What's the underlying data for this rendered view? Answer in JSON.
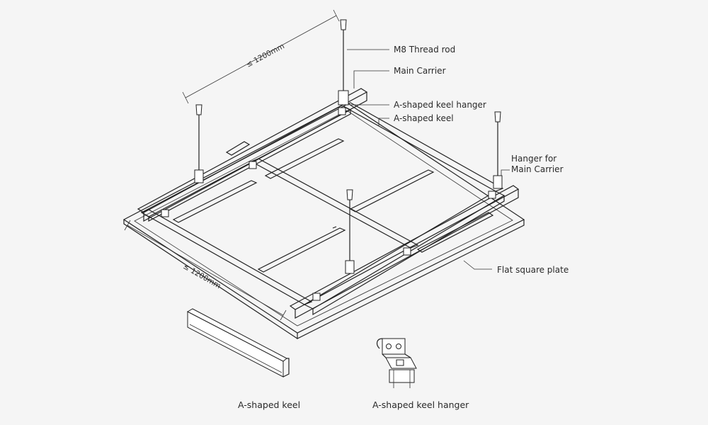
{
  "labels": {
    "thread_rod": "M8 Thread rod",
    "main_carrier": "Main Carrier",
    "keel_hanger": "A-shaped keel hanger",
    "keel": "A-shaped keel",
    "hanger_main_line1": "Hanger for",
    "hanger_main_line2": "Main Carrier",
    "flat_plate": "Flat square plate"
  },
  "dimensions": {
    "top": "≤ 1200mm",
    "left": "≤ 1200mm"
  },
  "captions": {
    "keel": "A-shaped keel",
    "keel_hanger": "A-shaped keel hanger"
  },
  "colors": {
    "background": "#f5f5f5",
    "line": "#222222"
  }
}
